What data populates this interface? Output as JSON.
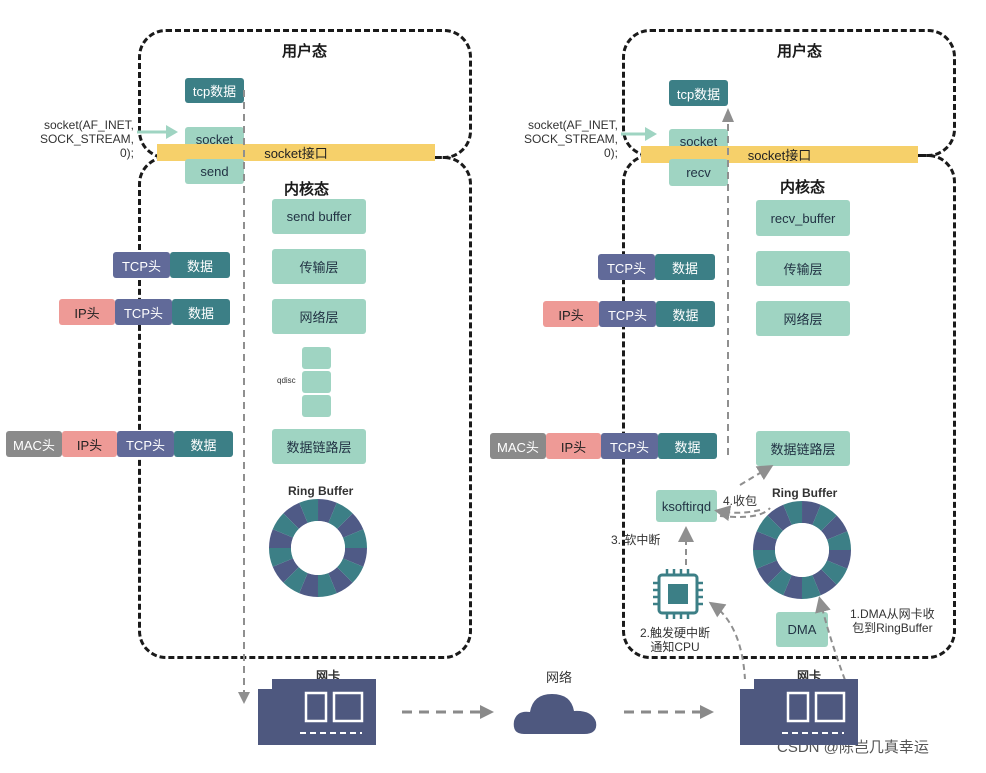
{
  "left": {
    "user_space": "用户态",
    "kernel_space": "内核态",
    "tcp_data": "tcp数据",
    "socket": "socket",
    "send": "send",
    "socket_api": "socket接口",
    "socket_call": "socket(AF_INET,\nSOCK_STREAM, 0);",
    "send_buffer": "send buffer",
    "transport": "传输层",
    "network": "网络层",
    "qdisc": "qdisc",
    "datalink": "数据链路层",
    "ring_buffer": "Ring Buffer",
    "nic": "网卡"
  },
  "right": {
    "user_space": "用户态",
    "kernel_space": "内核态",
    "tcp_data": "tcp数据",
    "socket": "socket",
    "recv": "recv",
    "socket_api": "socket接口",
    "socket_call": "socket(AF_INET,\nSOCK_STREAM, 0);",
    "recv_buffer": "recv_buffer",
    "transport": "传输层",
    "network": "网络层",
    "datalink": "数据链路层",
    "ring_buffer": "Ring Buffer",
    "ksoftirqd": "ksoftirqd",
    "dma": "DMA",
    "nic": "网卡",
    "step1": "1.DMA从网卡收\n包到RingBuffer",
    "step2": "2.触发硬中断\n通知CPU",
    "step3": "3. 软中断",
    "step4": "4.收包"
  },
  "packet": {
    "tcp_head": "TCP头",
    "data": "数据",
    "ip_head": "IP头",
    "mac_head": "MAC头"
  },
  "network_label": "网络",
  "watermark": "CSDN @陈岂几真幸运",
  "colors": {
    "teal": "#9fd4c2",
    "dark_teal": "#3c7f86",
    "purple": "#616a99",
    "pink": "#ee9a96",
    "gray": "#8a8a8a",
    "yellow": "#f6d06a",
    "nic": "#4e587f"
  },
  "icons": [
    "cloud-icon",
    "cpu-chip-icon",
    "network-card-icon"
  ]
}
